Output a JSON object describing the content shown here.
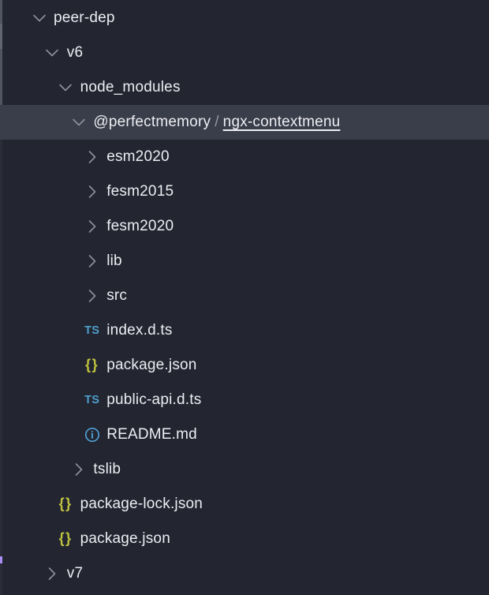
{
  "colors": {
    "background": "#232531",
    "row_selected": "#3a3d4a",
    "text": "#eceef2",
    "chevron": "#8e919c",
    "slash": "#9298a3",
    "ts_icon": "#4f9fcc",
    "json_icon": "#c0c43f",
    "info_icon": "#4fa0d2",
    "edge_strip": "#2a2c37",
    "edge_strip_top": "#515561",
    "edge_thumb": "#606571",
    "scroll_marker": "#ab8df6"
  },
  "tree": {
    "items": [
      {
        "label": "peer-dep",
        "type": "folder",
        "expanded": true,
        "level": 0,
        "icon": "chevron-down",
        "selected": false
      },
      {
        "label": "v6",
        "type": "folder",
        "expanded": true,
        "level": 1,
        "icon": "chevron-down",
        "selected": false
      },
      {
        "label": "node_modules",
        "type": "folder",
        "expanded": true,
        "level": 2,
        "icon": "chevron-down",
        "selected": false
      },
      {
        "label": "@perfectmemory/ngx-contextmenu",
        "type": "folder-compact",
        "expanded": true,
        "level": 3,
        "icon": "chevron-down",
        "selected": true,
        "label_parts": [
          {
            "text": "@perfectmemory",
            "style": "normal"
          },
          {
            "text": "/",
            "style": "separator"
          },
          {
            "text": "ngx-contextmenu",
            "style": "underlined"
          }
        ]
      },
      {
        "label": "esm2020",
        "type": "folder",
        "expanded": false,
        "level": 4,
        "icon": "chevron-right",
        "selected": false
      },
      {
        "label": "fesm2015",
        "type": "folder",
        "expanded": false,
        "level": 4,
        "icon": "chevron-right",
        "selected": false
      },
      {
        "label": "fesm2020",
        "type": "folder",
        "expanded": false,
        "level": 4,
        "icon": "chevron-right",
        "selected": false
      },
      {
        "label": "lib",
        "type": "folder",
        "expanded": false,
        "level": 4,
        "icon": "chevron-right",
        "selected": false
      },
      {
        "label": "src",
        "type": "folder",
        "expanded": false,
        "level": 4,
        "icon": "chevron-right",
        "selected": false
      },
      {
        "label": "index.d.ts",
        "type": "file",
        "level": 4,
        "icon": "typescript",
        "selected": false
      },
      {
        "label": "package.json",
        "type": "file",
        "level": 4,
        "icon": "json",
        "selected": false
      },
      {
        "label": "public-api.d.ts",
        "type": "file",
        "level": 4,
        "icon": "typescript",
        "selected": false
      },
      {
        "label": "README.md",
        "type": "file",
        "level": 4,
        "icon": "info",
        "selected": false
      },
      {
        "label": "tslib",
        "type": "folder",
        "expanded": false,
        "level": 3,
        "icon": "chevron-right",
        "selected": false
      },
      {
        "label": "package-lock.json",
        "type": "file",
        "level": 2,
        "icon": "json",
        "selected": false
      },
      {
        "label": "package.json",
        "type": "file",
        "level": 2,
        "icon": "json",
        "selected": false
      },
      {
        "label": "v7",
        "type": "folder",
        "expanded": false,
        "level": 1,
        "icon": "chevron-right",
        "selected": false
      }
    ]
  }
}
